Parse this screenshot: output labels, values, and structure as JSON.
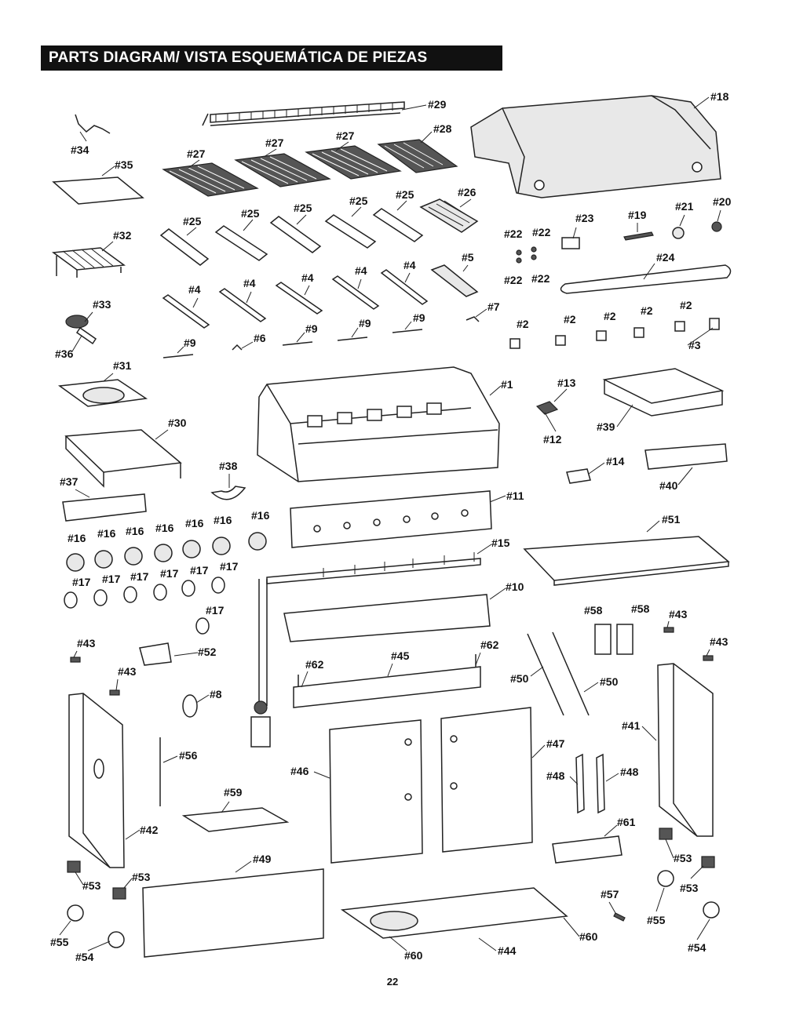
{
  "header": {
    "title": "PARTS DIAGRAM/ VISTA ESQUEMÁTICA DE PIEZAS"
  },
  "footer": {
    "page_number": "22"
  },
  "labels": [
    "#29",
    "#18",
    "#34",
    "#27",
    "#27",
    "#27",
    "#28",
    "#35",
    "#26",
    "#25",
    "#25",
    "#25",
    "#25",
    "#25",
    "#23",
    "#19",
    "#21",
    "#20",
    "#32",
    "#22",
    "#22",
    "#22",
    "#22",
    "#5",
    "#24",
    "#33",
    "#4",
    "#4",
    "#4",
    "#4",
    "#4",
    "#7",
    "#36",
    "#9",
    "#6",
    "#9",
    "#9",
    "#9",
    "#2",
    "#2",
    "#2",
    "#2",
    "#2",
    "#3",
    "#31",
    "#1",
    "#13",
    "#12",
    "#39",
    "#30",
    "#38",
    "#14",
    "#37",
    "#40",
    "#11",
    "#16",
    "#16",
    "#16",
    "#16",
    "#16",
    "#16",
    "#16",
    "#51",
    "#15",
    "#17",
    "#17",
    "#17",
    "#17",
    "#17",
    "#17",
    "#17",
    "#10",
    "#58",
    "#58",
    "#43",
    "#43",
    "#43",
    "#52",
    "#62",
    "#45",
    "#62",
    "#50",
    "#50",
    "#43",
    "#8",
    "#41",
    "#56",
    "#47",
    "#46",
    "#48",
    "#48",
    "#59",
    "#42",
    "#61",
    "#53",
    "#49",
    "#53",
    "#53",
    "#53",
    "#57",
    "#55",
    "#55",
    "#54",
    "#54",
    "#60",
    "#60",
    "#44"
  ]
}
